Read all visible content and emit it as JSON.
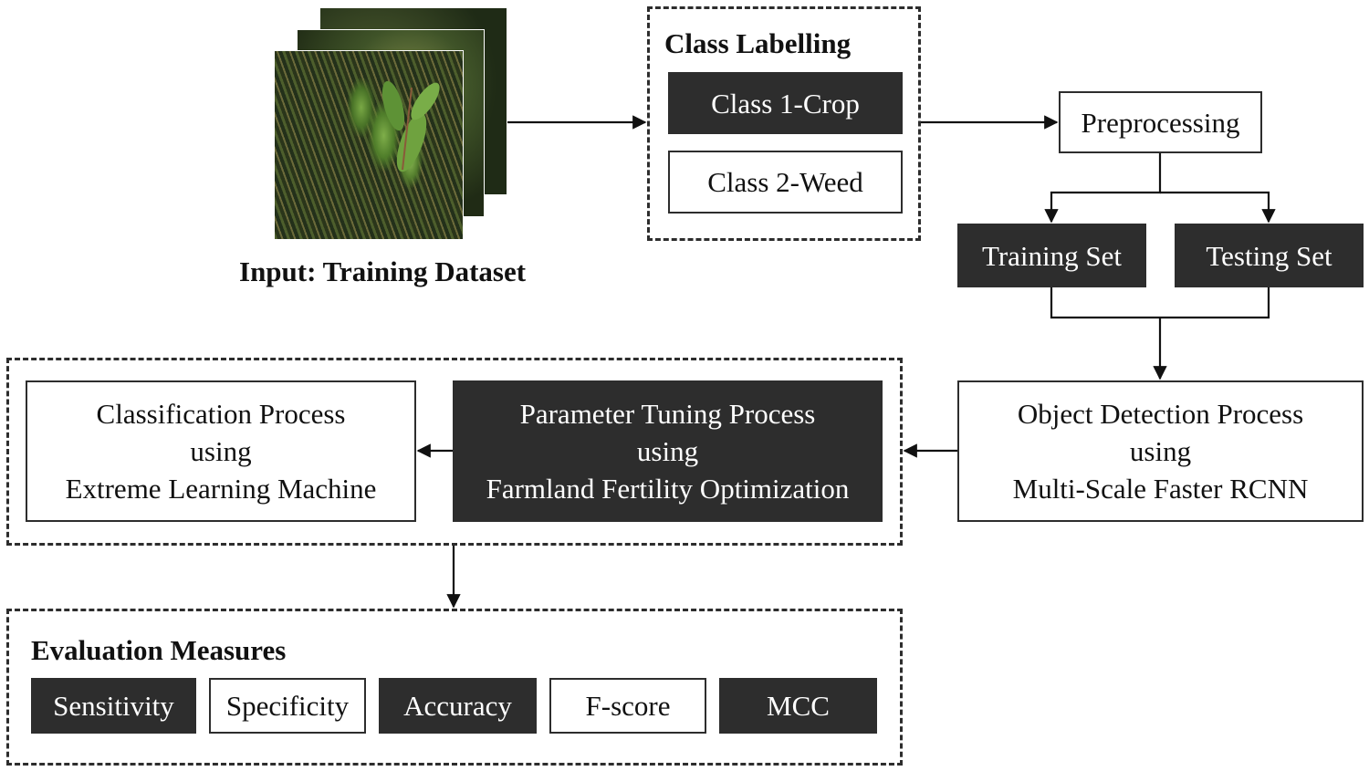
{
  "input": {
    "caption": "Input: Training Dataset",
    "image_subject": "crop-weed-field-photo"
  },
  "class_labelling": {
    "title": "Class Labelling",
    "class1": "Class 1-Crop",
    "class2": "Class 2-Weed"
  },
  "preprocessing": "Preprocessing",
  "training_set": "Training Set",
  "testing_set": "Testing Set",
  "object_detection": {
    "line1": "Object Detection Process",
    "line2": "using",
    "line3": "Multi-Scale Faster RCNN"
  },
  "parameter_tuning": {
    "line1": "Parameter Tuning Process",
    "line2": "using",
    "line3": "Farmland Fertility Optimization"
  },
  "classification": {
    "line1": "Classification Process",
    "line2": "using",
    "line3": "Extreme Learning Machine"
  },
  "evaluation": {
    "title": "Evaluation Measures",
    "measures": [
      "Sensitivity",
      "Specificity",
      "Accuracy",
      "F-score",
      "MCC"
    ]
  },
  "colors": {
    "dark_fill": "#2d2d2d",
    "light_fill": "#ffffff",
    "stroke": "#2d2d2d"
  }
}
